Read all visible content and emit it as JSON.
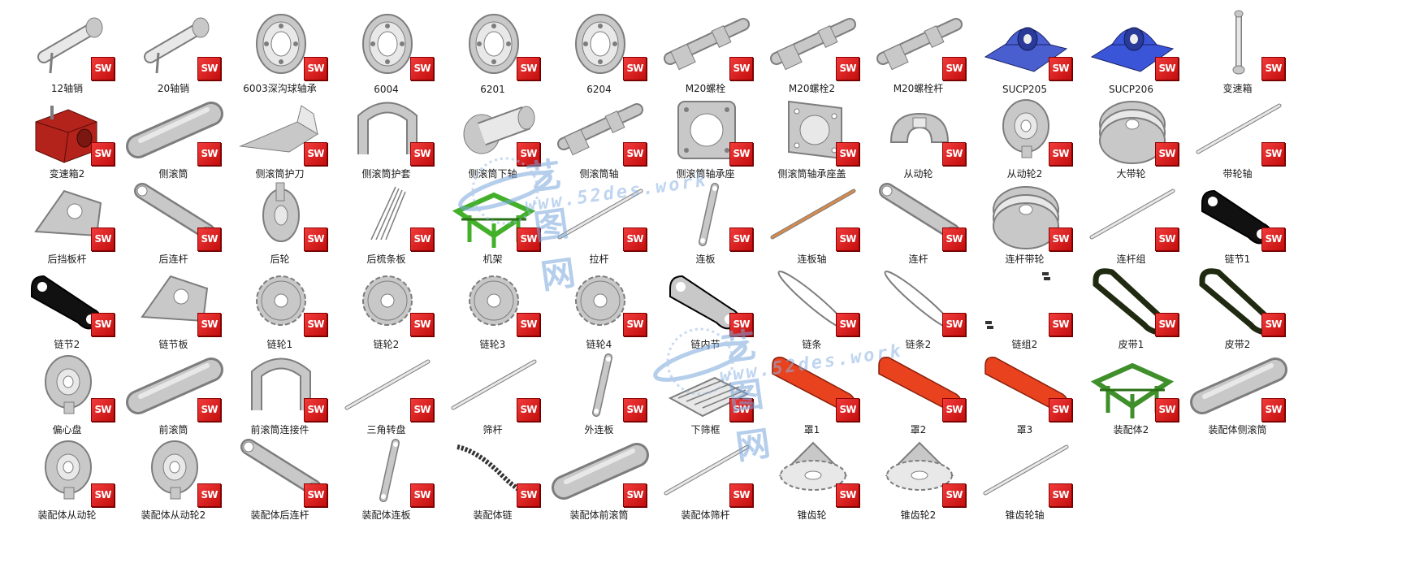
{
  "badge_text": "SW",
  "watermark": {
    "cn": "艺图网",
    "url": "www.52des.work"
  },
  "rows": [
    [
      {
        "label": "12轴销",
        "icon": "pin-icon"
      },
      {
        "label": "20轴销",
        "icon": "pin-icon"
      },
      {
        "label": "6003深沟球轴承",
        "icon": "bearing-icon"
      },
      {
        "label": "6004",
        "icon": "bearing-icon"
      },
      {
        "label": "6201",
        "icon": "bearing-icon"
      },
      {
        "label": "6204",
        "icon": "bearing-icon"
      },
      {
        "label": "M20螺栓",
        "icon": "bolt-icon"
      },
      {
        "label": "M20螺栓2",
        "icon": "bolt-icon"
      },
      {
        "label": "M20螺栓杆",
        "icon": "bolt-icon"
      },
      {
        "label": "SUCP205",
        "icon": "pillow-block-icon",
        "color": "#4a5fcf"
      },
      {
        "label": "SUCP206",
        "icon": "pillow-block-icon",
        "color": "#3a55d8"
      },
      {
        "label": "变速箱",
        "icon": "vertical-rod-icon"
      }
    ],
    [
      {
        "label": "变速箱2",
        "icon": "gearbox-icon",
        "color": "#b3231b"
      },
      {
        "label": "侧滚筒",
        "icon": "roller-icon"
      },
      {
        "label": "侧滚筒护刀",
        "icon": "blade-icon"
      },
      {
        "label": "侧滚筒护套",
        "icon": "bracket-icon"
      },
      {
        "label": "侧滚筒下轴",
        "icon": "shaft-icon"
      },
      {
        "label": "侧滚筒轴",
        "icon": "bolt-icon"
      },
      {
        "label": "侧滚筒轴承座",
        "icon": "square-housing-icon"
      },
      {
        "label": "侧滚筒轴承座盖",
        "icon": "flange-plate-icon"
      },
      {
        "label": "从动轮",
        "icon": "half-wheel-icon"
      },
      {
        "label": "从动轮2",
        "icon": "hub-icon"
      },
      {
        "label": "大带轮",
        "icon": "pulley-icon"
      },
      {
        "label": "带轮轴",
        "icon": "long-rod-icon"
      }
    ],
    [
      {
        "label": "后挡板杆",
        "icon": "plate-icon"
      },
      {
        "label": "后连杆",
        "icon": "link-arm-icon"
      },
      {
        "label": "后轮",
        "icon": "wheel-icon"
      },
      {
        "label": "后梳条板",
        "icon": "comb-icon"
      },
      {
        "label": "机架",
        "icon": "frame-icon",
        "color": "#43b02a"
      },
      {
        "label": "拉杆",
        "icon": "long-rod-icon"
      },
      {
        "label": "连板",
        "icon": "small-link-icon"
      },
      {
        "label": "连板轴",
        "icon": "long-rod-icon",
        "color": "#d88a4a"
      },
      {
        "label": "连杆",
        "icon": "link-arm-icon"
      },
      {
        "label": "连杆带轮",
        "icon": "pulley-icon"
      },
      {
        "label": "连杆组",
        "icon": "long-rod-icon"
      },
      {
        "label": "链节1",
        "icon": "chain-link-icon",
        "color": "#111111"
      }
    ],
    [
      {
        "label": "链节2",
        "icon": "chain-link-icon",
        "color": "#111111"
      },
      {
        "label": "链节板",
        "icon": "plate-icon"
      },
      {
        "label": "链轮1",
        "icon": "sprocket-icon"
      },
      {
        "label": "链轮2",
        "icon": "sprocket-icon"
      },
      {
        "label": "链轮3",
        "icon": "sprocket-icon"
      },
      {
        "label": "链轮4",
        "icon": "sprocket-icon"
      },
      {
        "label": "链内节",
        "icon": "chain-link-icon"
      },
      {
        "label": "链条",
        "icon": "chain-loop-icon"
      },
      {
        "label": "链条2",
        "icon": "chain-loop-icon"
      },
      {
        "label": "链组2",
        "icon": "dots-icon"
      },
      {
        "label": "皮带1",
        "icon": "belt-icon",
        "color": "#1f2a10"
      },
      {
        "label": "皮带2",
        "icon": "belt-icon",
        "color": "#1f2a10"
      }
    ],
    [
      {
        "label": "偏心盘",
        "icon": "hub-icon"
      },
      {
        "label": "前滚筒",
        "icon": "roller-icon"
      },
      {
        "label": "前滚筒连接件",
        "icon": "bracket-icon"
      },
      {
        "label": "三角转盘",
        "icon": "long-rod-icon"
      },
      {
        "label": "筛杆",
        "icon": "long-rod-icon"
      },
      {
        "label": "外连板",
        "icon": "small-link-icon"
      },
      {
        "label": "下筛框",
        "icon": "grid-frame-icon"
      },
      {
        "label": "罩1",
        "icon": "cover-icon",
        "color": "#e8421f"
      },
      {
        "label": "罩2",
        "icon": "cover-icon",
        "color": "#e8421f"
      },
      {
        "label": "罩3",
        "icon": "cover-icon",
        "color": "#e8421f"
      },
      {
        "label": "装配体2",
        "icon": "frame-icon",
        "color": "#3f8f2a"
      },
      {
        "label": "装配体侧滚筒",
        "icon": "roller-icon"
      }
    ],
    [
      {
        "label": "装配体从动轮",
        "icon": "hub-icon"
      },
      {
        "label": "装配体从动轮2",
        "icon": "hub-icon"
      },
      {
        "label": "装配体后连杆",
        "icon": "link-arm-icon"
      },
      {
        "label": "装配体连板",
        "icon": "small-link-icon"
      },
      {
        "label": "装配体链",
        "icon": "chain-strip-icon"
      },
      {
        "label": "装配体前滚筒",
        "icon": "roller-icon"
      },
      {
        "label": "装配体筛杆",
        "icon": "long-rod-icon"
      },
      {
        "label": "锥齿轮",
        "icon": "bevel-gear-icon"
      },
      {
        "label": "锥齿轮2",
        "icon": "bevel-gear-icon"
      },
      {
        "label": "锥齿轮轴",
        "icon": "long-rod-icon"
      }
    ]
  ]
}
